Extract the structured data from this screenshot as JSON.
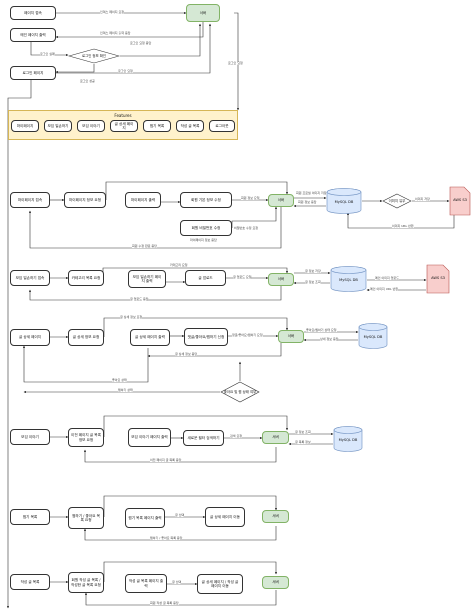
{
  "top": {
    "page_access": "페이지 접속",
    "main_page_open": "메인 페이지 출력",
    "login_page": "로그인 페이지",
    "server": "서버",
    "login_check": "로그인 정보 확인",
    "edge1": "인덱스 페이지 요청",
    "edge2": "인덱스 페이지 출력 응답",
    "edge3": "로그인 요청 응답",
    "edge4": "로그인 실패",
    "edge5": "로그인 요청",
    "edge6": "로그인 성공",
    "edge7": "로그인 요청"
  },
  "features": {
    "title": "Features",
    "items": [
      "마이페이지",
      "모임 일손하기",
      "모임 이야기",
      "글 상세 페이지",
      "찜기 목록",
      "작성 글 목록",
      "로그아웃"
    ]
  },
  "mypage": {
    "access": "마이페이지 접속",
    "info_req": "마이페이지 정보 요청",
    "page_out": "마이페이지 출력",
    "edit_submit": "회원 기본 정보 수정",
    "pw_edit": "회원 비밀번호 수정",
    "server": "서버",
    "db": "MySQL DB",
    "s3": "AWS S3",
    "decide": "이미지 유무",
    "e1": "회원 정보 요청",
    "e2": "회원 정보 응답",
    "e3": "회원 프로필 이미지 저장",
    "e4": "이미지 저장",
    "e5": "이미지 URL 반환",
    "e6": "회원 수정 요청",
    "e7": "비밀번호 수정 요청",
    "e8": "마이페이지 정보 응답",
    "e9": "회원 수정 완료 응답"
  },
  "gather": {
    "access": "모임 일손하기 접속",
    "cat_req": "카테고리 목록 요청",
    "page_out": "모임 일손하기 페이지 출력",
    "write": "글 업로드",
    "server": "서버",
    "db": "MySQL DB",
    "s3": "AWS S3",
    "e1": "카테고리 요청",
    "e2": "글 업로드 요청",
    "e3": "글 정보 저장",
    "e4": "글 정보 조회",
    "e5": "메인 이미지 업로드",
    "e6": "메인 이미지 URL 반환",
    "e7": "글 업로드 응답"
  },
  "detail": {
    "access": "글 상세 페이지",
    "info_req": "글 상세 정보 요청",
    "page_out": "글 상세 페이지 출력",
    "actions": "댓글/좋아요/찜하기 신청",
    "server": "서버",
    "db": "MySQL DB",
    "decide": "좋아요 및 찜 상태 여부",
    "e1": "글 상세 정보 요청",
    "e2": "댓글/좋아요/찜하기 요청",
    "e3": "좋아요/찜하기 상태 요청",
    "e4": "글 상세 정보 응답",
    "e5": "상세 정보 응답",
    "e6": "좋아요 상태",
    "e7": "찜하기 상태"
  },
  "story": {
    "access": "모임 이야기",
    "list_req": "이전 페이지 글 목록 정보 요청",
    "page_out": "모임 이야기 페이지 출력",
    "search": "새로운 필터 검색하기",
    "server": "서버",
    "db": "MySQL DB",
    "e1": "검색 요청",
    "e2": "글 정보 조회",
    "e3": "글 목록 정보",
    "e4": "이전 페이지 글 목록 응답"
  },
  "wish": {
    "access": "찜기 목록",
    "list_req": "찜하기 / 좋아요 목록 요청",
    "page_out": "찜기 목록 페이지 출력",
    "detail": "글 상세 페이지 이동",
    "server": "서버",
    "e1": "글 선택",
    "e2": "찜하기 / 좋아요 목록 응답"
  },
  "myposts": {
    "access": "작성 글 목록",
    "list_req": "회원 작성 글 목록 / 작성한 글 목록 요청",
    "page_out": "작성 글 목록 페이지 출력",
    "detail": "글 상세 페이지 / 작성 글 페이지 이동",
    "server": "서버",
    "e1": "글 선택",
    "e2": "회원 작성 글 목록 응답"
  }
}
